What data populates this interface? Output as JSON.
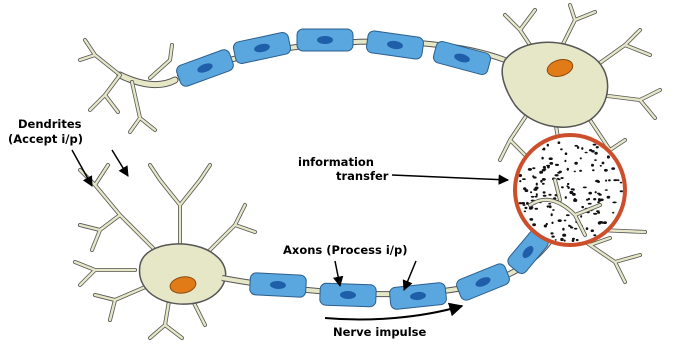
{
  "labels": {
    "dendrites_line1": "Dendrites",
    "dendrites_line2": "(Accept i/p)",
    "info_line1": "information",
    "info_line2": "transfer",
    "axons": "Axons (Process i/p)",
    "impulse": "Nerve impulse"
  },
  "colors": {
    "cell_body": "#e6e7c7",
    "outline": "#555555",
    "nucleus": "#e07b18",
    "myelin": "#5aa6df",
    "myelin_nucleus": "#1f5ea8",
    "synapse_ring": "#cc4e2b"
  }
}
